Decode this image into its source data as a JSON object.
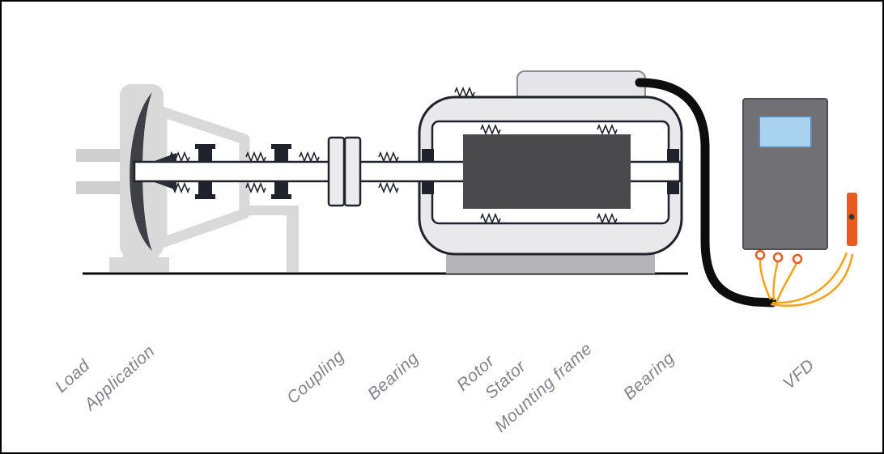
{
  "diagram": {
    "labels": {
      "load": "Load",
      "application": "Application",
      "coupling": "Coupling",
      "bearing_drive": "Bearing",
      "rotor": "Rotor",
      "stator": "Stator",
      "mounting_frame": "Mounting frame",
      "bearing_motor": "Bearing",
      "vfd": "VFD"
    },
    "colors": {
      "outline_dark": "#20222c",
      "machine_light_gray": "#d9d9d9",
      "rotor_gray": "#4a4a4d",
      "motor_base_gray": "#b5b5b8",
      "vfd_gray": "#717175",
      "screen_blue": "#a9d2ef",
      "wire_orange": "#f6a21d",
      "connector_orange": "#e85a1f",
      "cable_black": "#0d0d0d",
      "label_gray": "#82828c"
    }
  }
}
